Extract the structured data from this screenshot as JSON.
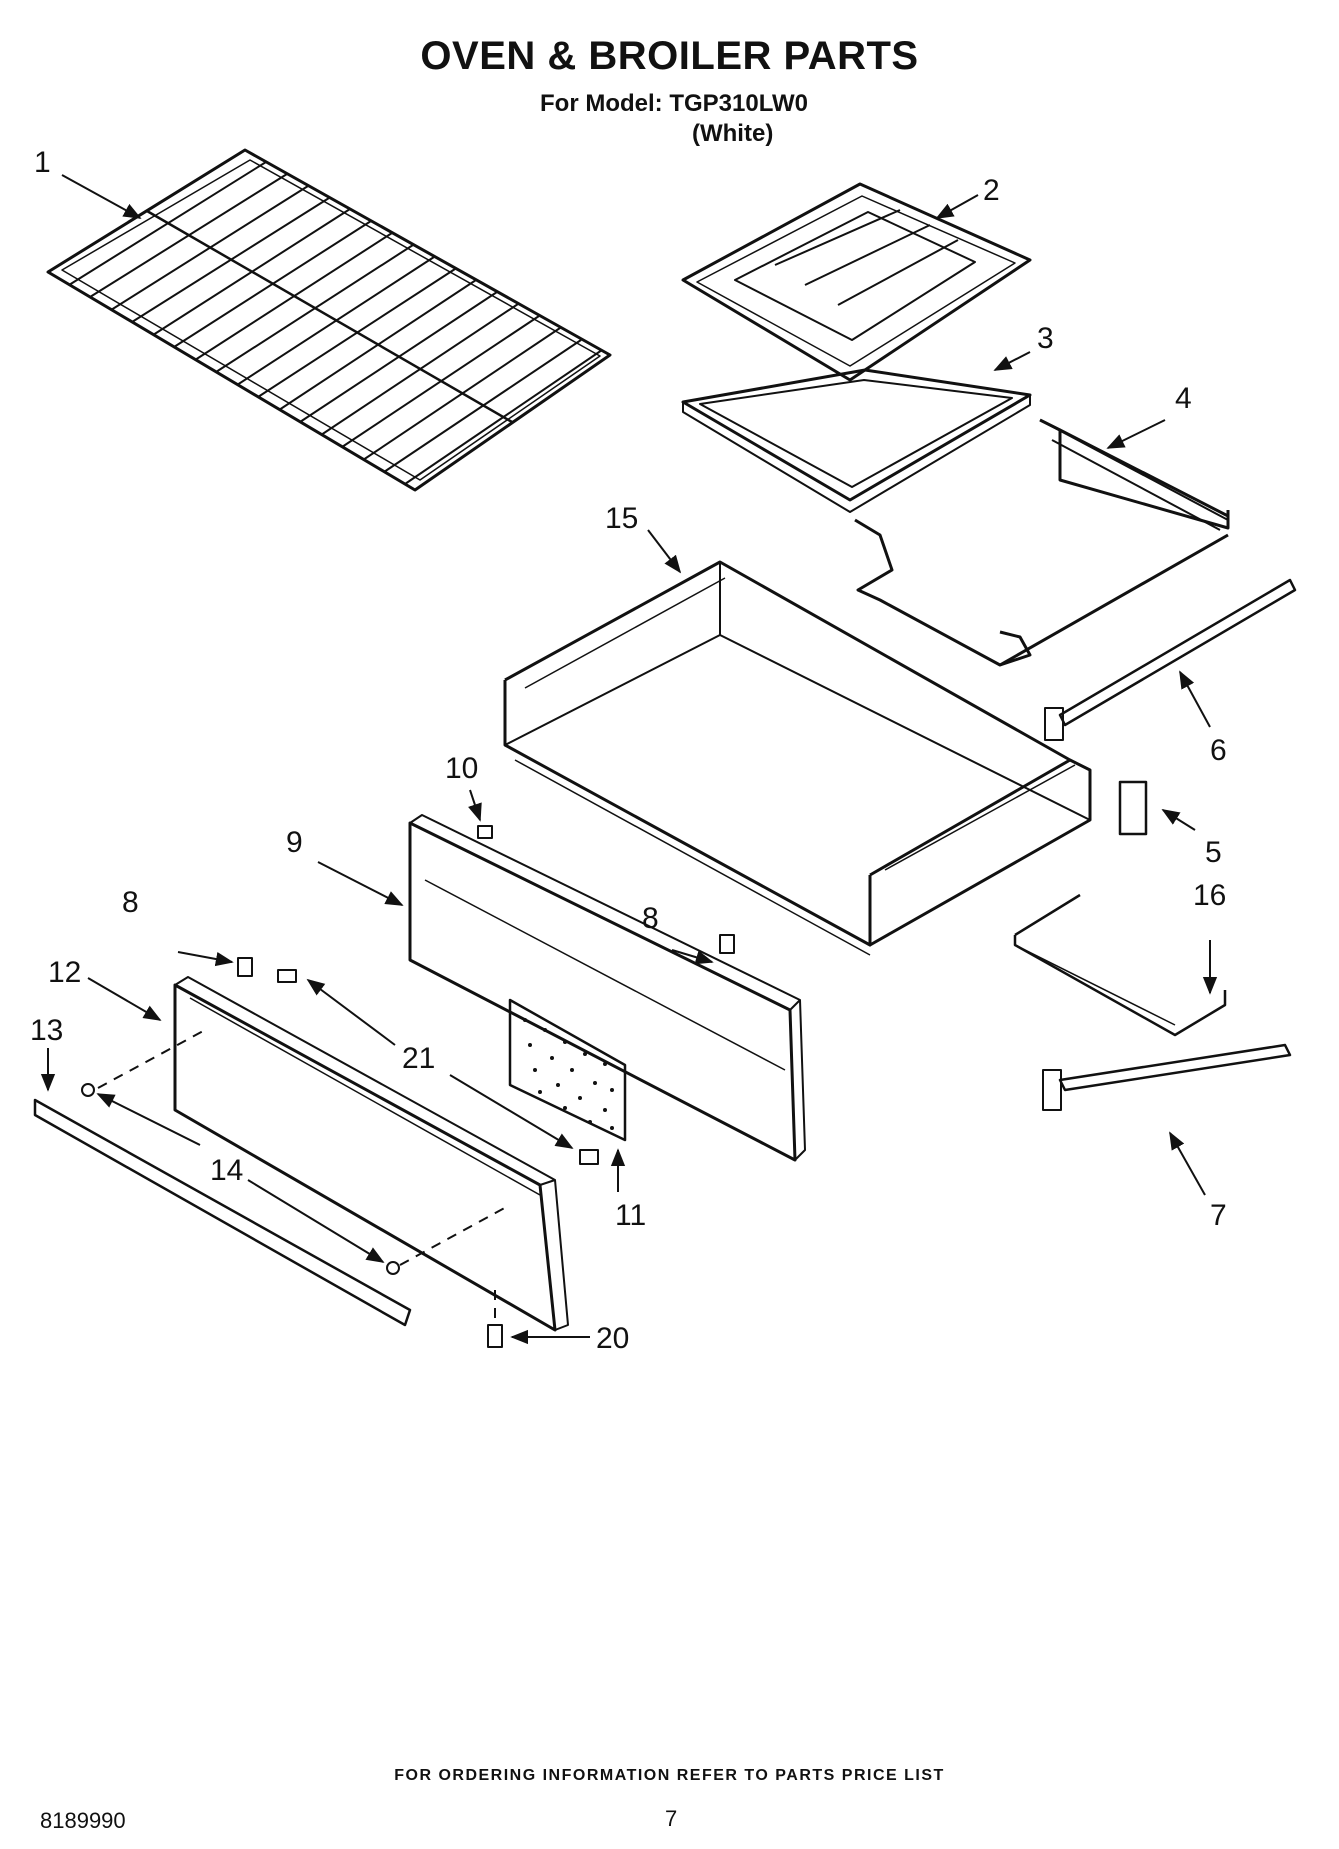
{
  "header": {
    "title": "OVEN & BROILER PARTS",
    "model_line": "For Model: TGP310LW0",
    "variant": "(White)"
  },
  "diagram": {
    "callouts": {
      "c1": "1",
      "c2": "2",
      "c3": "3",
      "c4": "4",
      "c5": "5",
      "c6": "6",
      "c7": "7",
      "c8a": "8",
      "c8b": "8",
      "c9": "9",
      "c10": "10",
      "c11": "11",
      "c12": "12",
      "c13": "13",
      "c14": "14",
      "c15": "15",
      "c16": "16",
      "c20": "20",
      "c21": "21"
    }
  },
  "footer": {
    "note": "FOR ORDERING INFORMATION REFER TO PARTS PRICE LIST",
    "doc_number": "8189990",
    "page_number": "7"
  }
}
